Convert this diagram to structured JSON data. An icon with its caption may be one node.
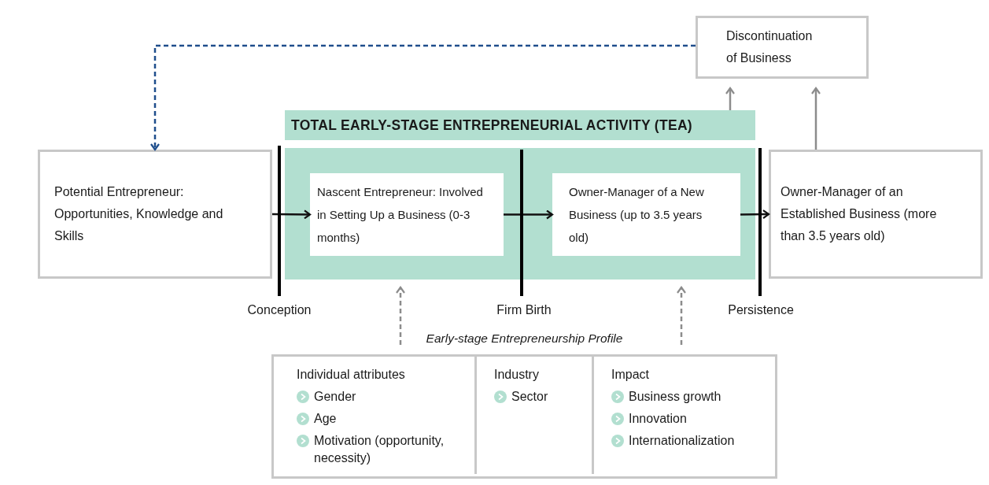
{
  "diagram": {
    "nodes": [
      {
        "text": [
          "Discontinuation of Business"
        ]
      },
      {
        "text": [
          "TOTAL EARLY-STAGE ENTREPRENEURIAL ACTIVITY (TEA)"
        ]
      },
      {
        "text": [
          "Potential Entrepreneur: Opportunities, Knowledge and Skills"
        ]
      },
      {
        "text": [],
        "shape": "box"
      },
      {
        "text": [
          "Nascent Entrepreneur: Involved in Setting Up a Business (0-3 months)"
        ],
        "in": 3
      },
      {
        "text": [
          "Owner-Manager of a New Business (up to 3.5 years old)"
        ],
        "in": 3
      },
      {
        "text": [
          "Owner-Manager of an Established Business (more than 3.5 years old)"
        ]
      },
      {
        "text": [
          "Early-stage Entrepreneurship Profile"
        ]
      },
      {
        "text": [
          "Individual attributes",
          "Gender",
          "Age",
          "Motivation (opportunity, necessity)"
        ],
        "in": 7
      },
      {
        "text": [
          "Industry",
          "Sector"
        ],
        "in": 7
      },
      {
        "text": [
          "Impact",
          "Business growth",
          "Innovation",
          "Internationalization"
        ],
        "in": 7
      }
    ],
    "edges": [
      {
        "from": 0,
        "to": 2,
        "arrow": "to",
        "style": "dashed",
        "color": "#1f4e8c"
      },
      {
        "from": 2,
        "to": 4,
        "arrow": "to",
        "color": "#111111"
      },
      {
        "from": 4,
        "to": 5,
        "arrow": "to",
        "color": "#111111"
      },
      {
        "from": 5,
        "to": 6,
        "arrow": "to",
        "color": "#111111"
      },
      {
        "from": 1,
        "to": 0,
        "arrow": "to",
        "color": "#8c8c8c"
      },
      {
        "from": 6,
        "to": 0,
        "arrow": "to",
        "color": "#8c8c8c"
      },
      {
        "from": 7,
        "to": 3,
        "arrow": "to",
        "style": "dashed",
        "color": "#8c8c8c"
      },
      {
        "from": 7,
        "to": 3,
        "arrow": "to",
        "style": "dashed",
        "color": "#8c8c8c"
      }
    ],
    "labels": [
      "Conception",
      "Firm Birth",
      "Persistence"
    ]
  }
}
